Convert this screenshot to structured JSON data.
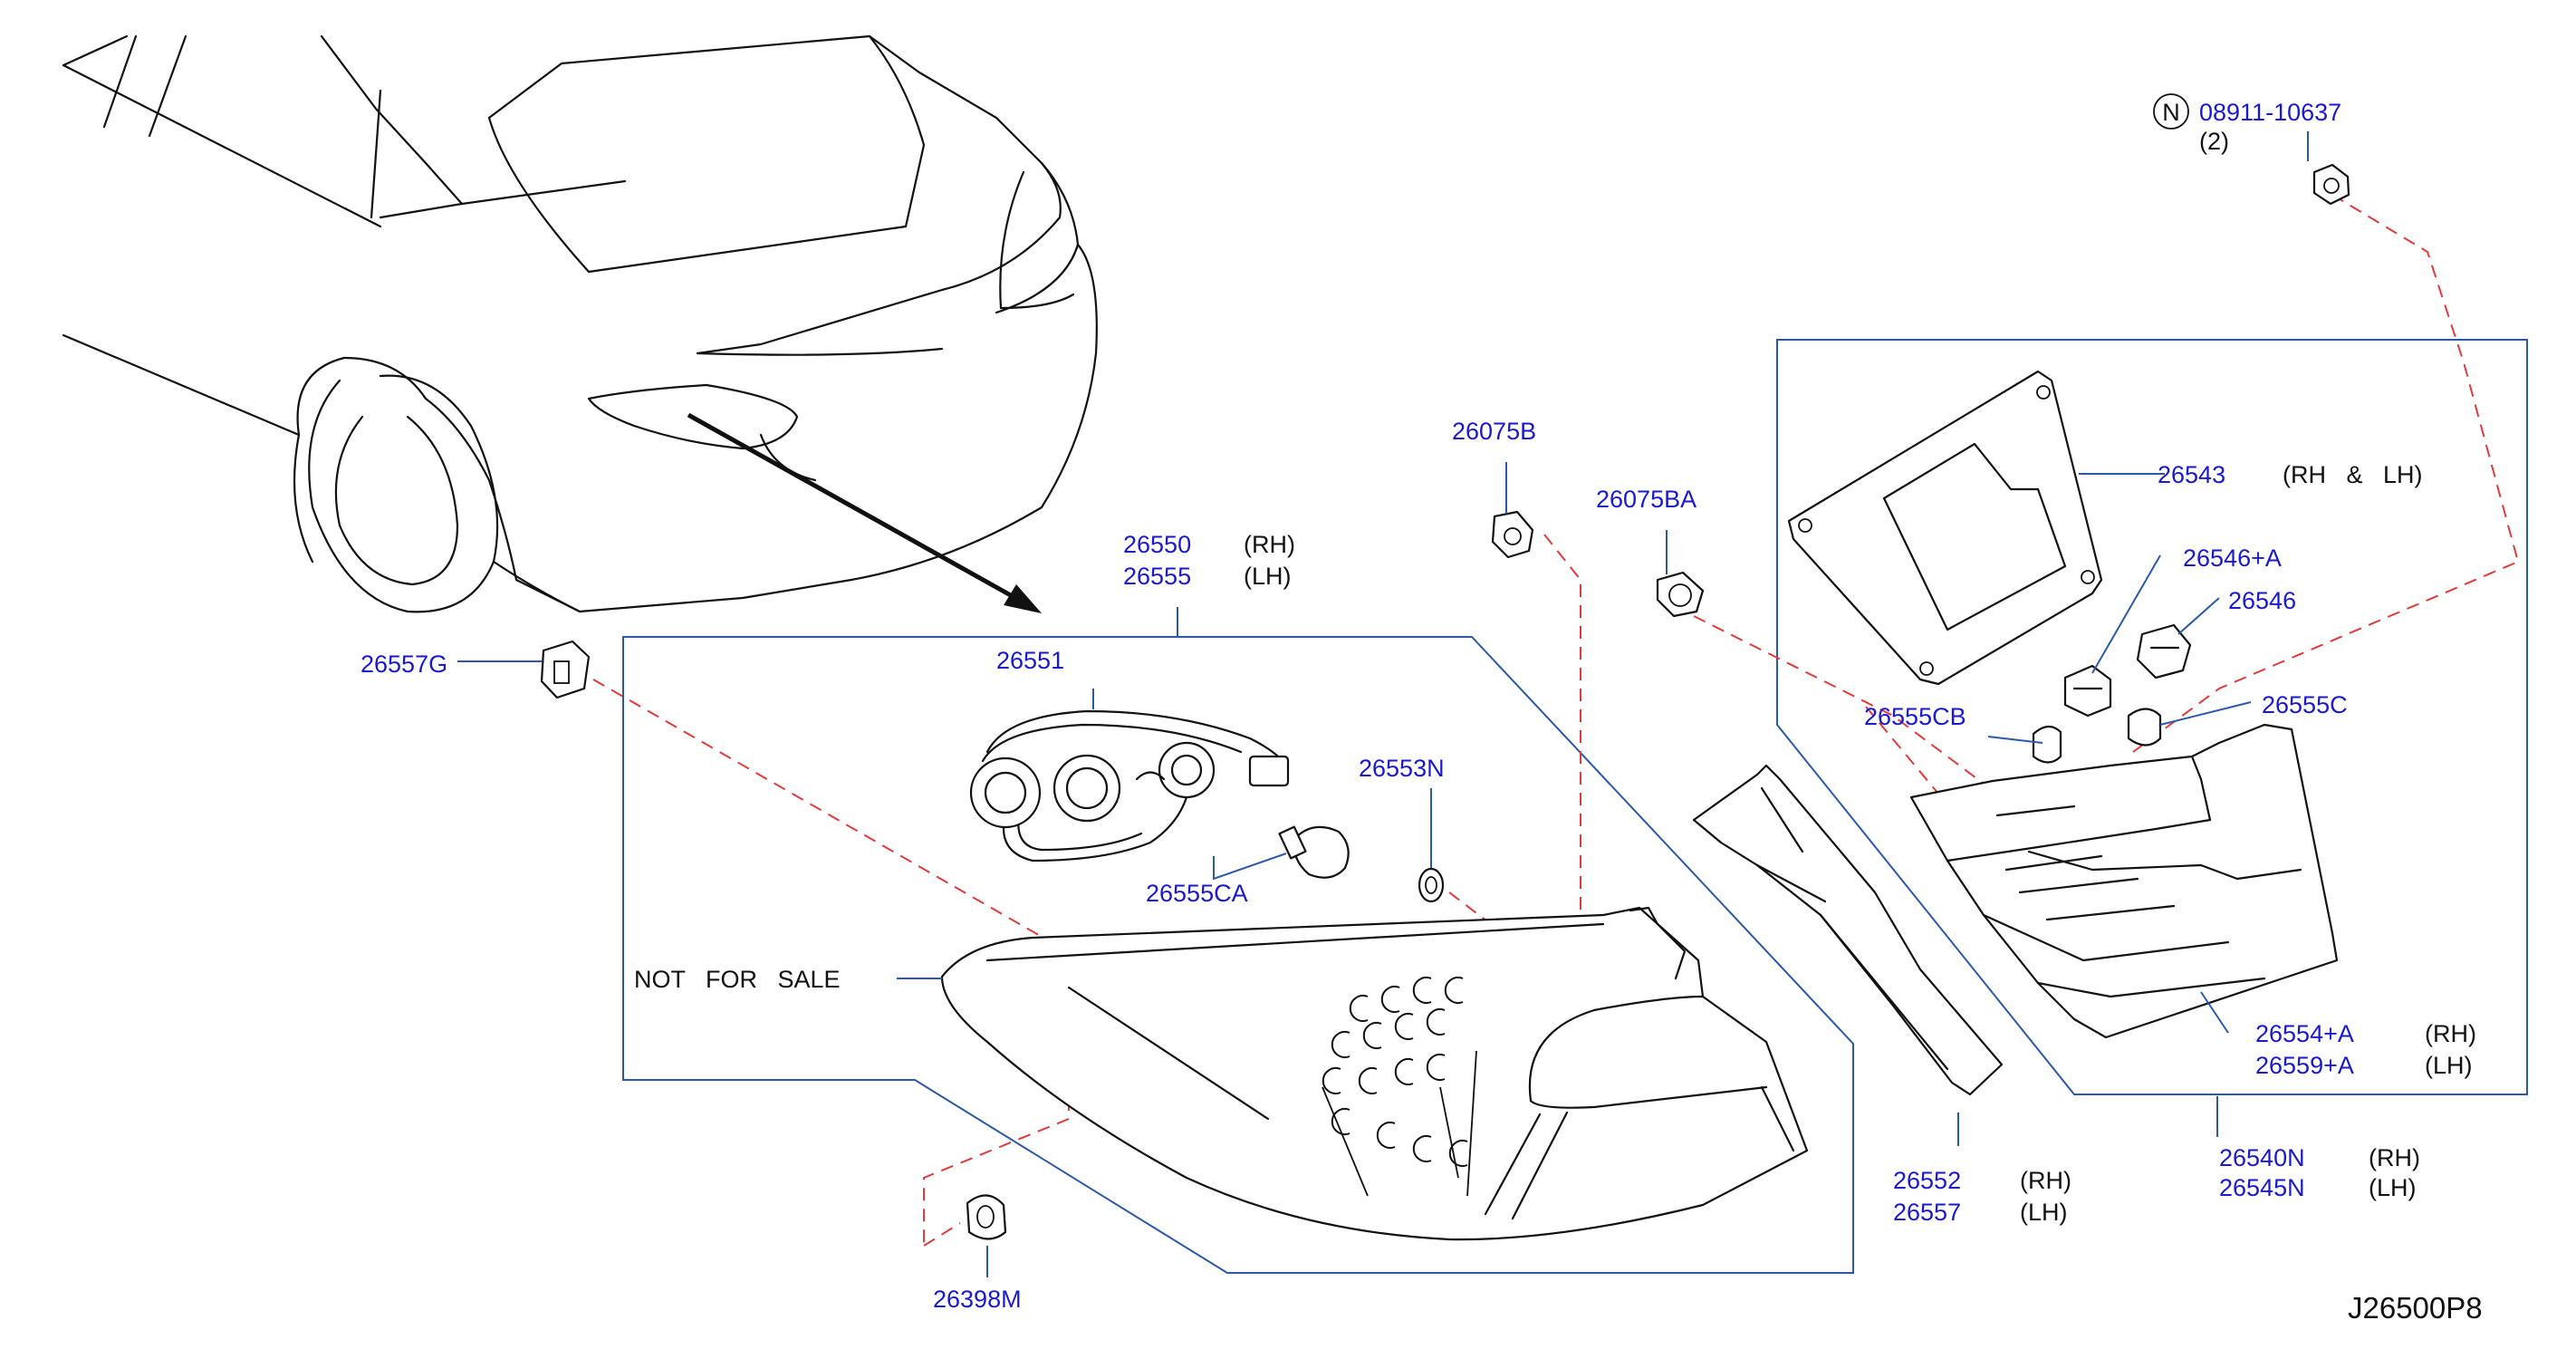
{
  "diagram_id": "J26500P8",
  "note": "NOT   FOR   SALE",
  "colors": {
    "part_number": "#1a1acc",
    "leader": "#2b59a8",
    "hidden_line": "#e23a3a",
    "outline": "#111111"
  },
  "parts": {
    "p_08911": {
      "n_symbol": "N",
      "number": "08911-10637",
      "qty": "(2)"
    },
    "p_26543": {
      "number": "26543",
      "side": "(RH   &   LH)"
    },
    "p_26546a": {
      "number": "26546+A"
    },
    "p_26546": {
      "number": "26546"
    },
    "p_26555c": {
      "number": "26555C"
    },
    "p_26555cb": {
      "number": "26555CB"
    },
    "p_26075b": {
      "number": "26075B"
    },
    "p_26075ba": {
      "number": "26075BA"
    },
    "p_26550": {
      "number": "26550",
      "side": "(RH)"
    },
    "p_26555": {
      "number": "26555",
      "side": "(LH)"
    },
    "p_26551": {
      "number": "26551"
    },
    "p_26557g": {
      "number": "26557G"
    },
    "p_26553n": {
      "number": "26553N"
    },
    "p_26555ca": {
      "number": "26555CA"
    },
    "p_26398m": {
      "number": "26398M"
    },
    "p_26552": {
      "number": "26552",
      "side": "(RH)"
    },
    "p_26557": {
      "number": "26557",
      "side": "(LH)"
    },
    "p_26554a": {
      "number": "26554+A",
      "side": "(RH)"
    },
    "p_26559a": {
      "number": "26559+A",
      "side": "(LH)"
    },
    "p_26540n": {
      "number": "26540N",
      "side": "(RH)"
    },
    "p_26545n": {
      "number": "26545N",
      "side": "(LH)"
    }
  }
}
